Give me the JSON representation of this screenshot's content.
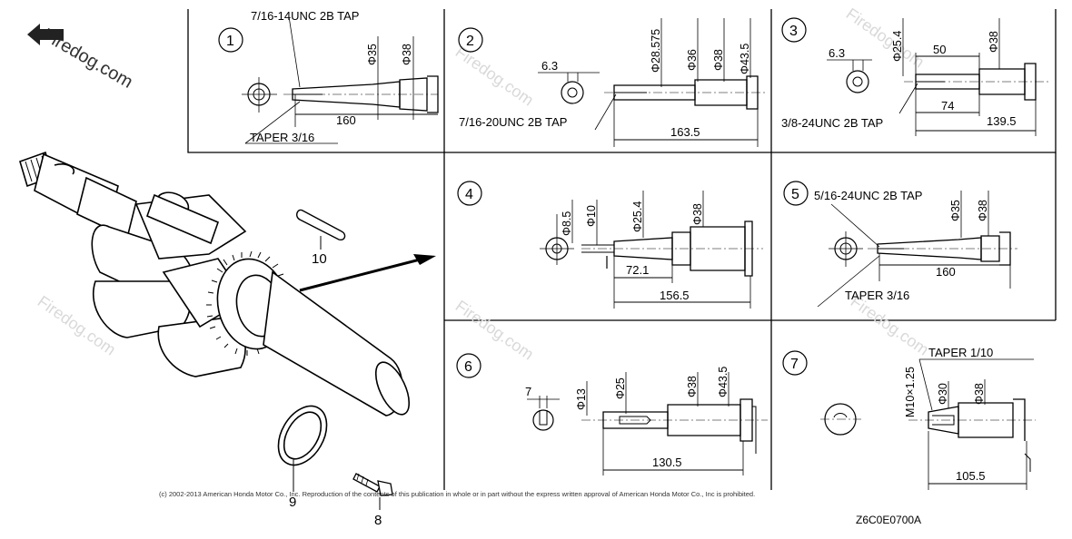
{
  "watermark": {
    "text": "Firedog.com"
  },
  "copyright": "(c) 2002-2013 American Honda Motor Co., Inc. Reproduction of the contents of this publication in whole or in part without the express written approval of American Honda Motor Co., Inc is prohibited.",
  "diagram_code": "Z6C0E0700A",
  "parts": [
    {
      "callout": "10"
    },
    {
      "callout": "9"
    },
    {
      "callout": "8"
    }
  ],
  "shaft_types": [
    {
      "number": "1",
      "labels": [
        "7/16-14UNC 2B TAP",
        "Φ35",
        "Φ38",
        "160",
        "TAPER 3/16"
      ]
    },
    {
      "number": "2",
      "labels": [
        "6.3",
        "Φ28.575",
        "Φ36",
        "Φ38",
        "Φ43.5",
        "7/16-20UNC 2B TAP",
        "163.5"
      ]
    },
    {
      "number": "3",
      "labels": [
        "6.3",
        "Φ25.4",
        "50",
        "Φ38",
        "74",
        "3/8-24UNC 2B TAP",
        "139.5"
      ]
    },
    {
      "number": "4",
      "labels": [
        "Φ8.5",
        "Φ10",
        "Φ25.4",
        "Φ38",
        "72.1",
        "156.5"
      ]
    },
    {
      "number": "5",
      "labels": [
        "5/16-24UNC 2B TAP",
        "Φ35",
        "Φ38",
        "160",
        "TAPER 3/16"
      ]
    },
    {
      "number": "6",
      "labels": [
        "7",
        "Φ13",
        "Φ25",
        "Φ38",
        "Φ43.5",
        "130.5"
      ]
    },
    {
      "number": "7",
      "labels": [
        "TAPER 1/10",
        "M10×1.25",
        "Φ30",
        "Φ38",
        "105.5"
      ]
    }
  ]
}
